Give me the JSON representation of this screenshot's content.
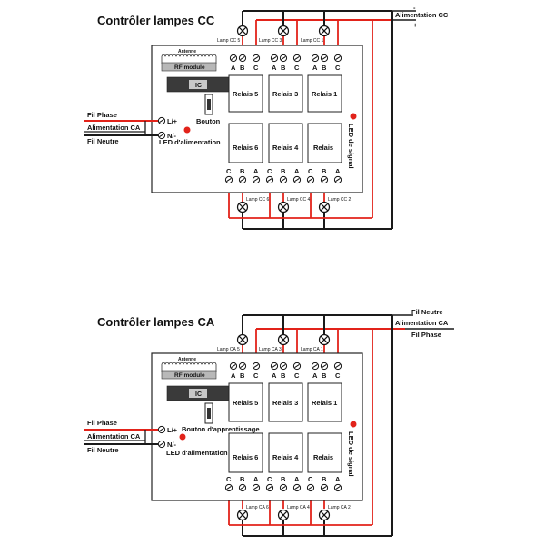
{
  "colors": {
    "wire_red": "#e2231a",
    "wire_black": "#1a1a1a",
    "board": "#ffffff",
    "ic": "#3a3a3a",
    "rf": "#b8b8b8"
  },
  "diagrams": [
    {
      "title": "Contrôler lampes CC",
      "supply_label": "Alimentation CC",
      "supply_minus": "-",
      "supply_plus": "+",
      "top_lamps": [
        "Lamp CC 5",
        "Lamp CC 3",
        "Lamp CC 1"
      ],
      "bottom_lamps": [
        "Lamp CC 6",
        "Lamp CC 4",
        "Lamp CC 2"
      ],
      "antenna": "Antenne",
      "rf_module": "RF module",
      "ic": "IC",
      "button": "Bouton",
      "power_led": "LED d'alimentation",
      "signal_led": "LED de signal",
      "relays_top": [
        "Relais 5",
        "Relais 3",
        "Relais 1"
      ],
      "relays_bottom": [
        "Relais 6",
        "Relais 4",
        "Relais"
      ],
      "terminals_top": [
        "A",
        "B",
        "C"
      ],
      "terminals_bottom": [
        "C",
        "B",
        "A"
      ],
      "input_L": "L/+",
      "input_N": "N/-",
      "fil_phase": "Fil Phase",
      "input_supply": "Alimentation CA",
      "fil_neutre": "Fil Neutre"
    },
    {
      "title": "Contrôler lampes CA",
      "supply_top_neutral": "Fil Neutre",
      "supply_label": "Alimentation CA",
      "supply_bottom_phase": "Fil Phase",
      "top_lamps": [
        "Lamp CA 5",
        "Lamp CA 3",
        "Lamp CA 1"
      ],
      "bottom_lamps": [
        "Lamp CA 6",
        "Lamp CA 4",
        "Lamp CA 2"
      ],
      "antenna": "Antenne",
      "rf_module": "RF module",
      "ic": "IC",
      "button": "Bouton d'apprentissage",
      "power_led": "LED d'alimentation",
      "signal_led": "LED de signal",
      "relays_top": [
        "Relais 5",
        "Relais 3",
        "Relais 1"
      ],
      "relays_bottom": [
        "Relais 6",
        "Relais 4",
        "Relais"
      ],
      "terminals_top": [
        "A",
        "B",
        "C"
      ],
      "terminals_bottom": [
        "C",
        "B",
        "A"
      ],
      "input_L": "L/+",
      "input_N": "N/-",
      "fil_phase": "Fil Phase",
      "input_supply": "Alimentation CA",
      "fil_neutre": "Fil Neutre"
    }
  ]
}
